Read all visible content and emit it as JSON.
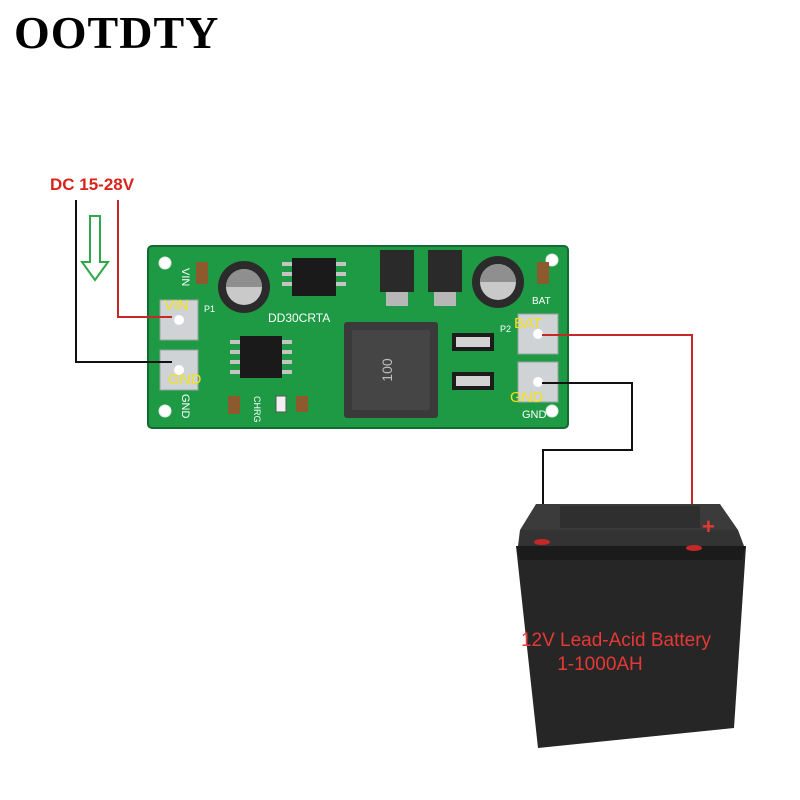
{
  "brand": "OOTDTY",
  "input": {
    "label": "DC 15-28V",
    "label_color": "#d9231d",
    "arrow_color": "#2ea84a"
  },
  "board": {
    "model": "DD30CRTA",
    "color": "#1e9a45",
    "inductor_marking": "100",
    "pins": {
      "vin": "VIN",
      "gnd_in": "GND",
      "bat": "BAT",
      "gnd_out": "GND"
    },
    "silkscreen": {
      "vin": "VIN",
      "gnd_left": "GND",
      "p1": "P1",
      "p2": "P2",
      "bat": "BAT",
      "gnd_right": "GND",
      "chrg": "CHRG"
    },
    "pin_label_color": "#f3e21a"
  },
  "wires": {
    "positive_color": "#c62828",
    "negative_color": "#111111"
  },
  "battery": {
    "line1": "12V Lead-Acid Battery",
    "line2": "1-1000AH",
    "plus": "+",
    "text_color": "#e53935"
  }
}
